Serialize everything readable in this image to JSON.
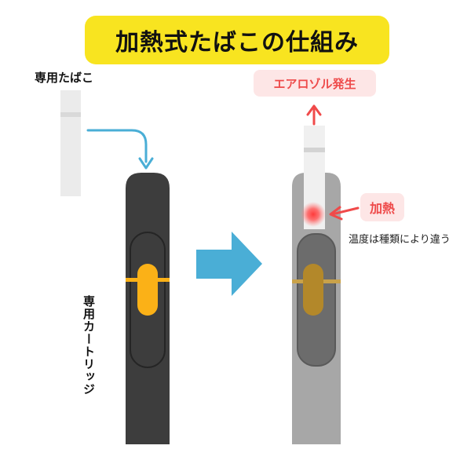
{
  "title": "加熱式たばこの仕組み",
  "labels": {
    "tobacco": "専用たばこ",
    "cartridge": "専用カートリッジ",
    "aerosol": "エアロゾル発生",
    "heat": "加熱",
    "temperature_note": "温度は種類により違う"
  },
  "colors": {
    "title_bg": "#f8e420",
    "device_dark": "#3d3d3d",
    "device_light": "#a7a7a7",
    "accent_orange": "#fbb117",
    "arrow_blue": "#4aaed6",
    "heat_red": "#f04a4a",
    "badge_pink": "#fde6e6"
  }
}
